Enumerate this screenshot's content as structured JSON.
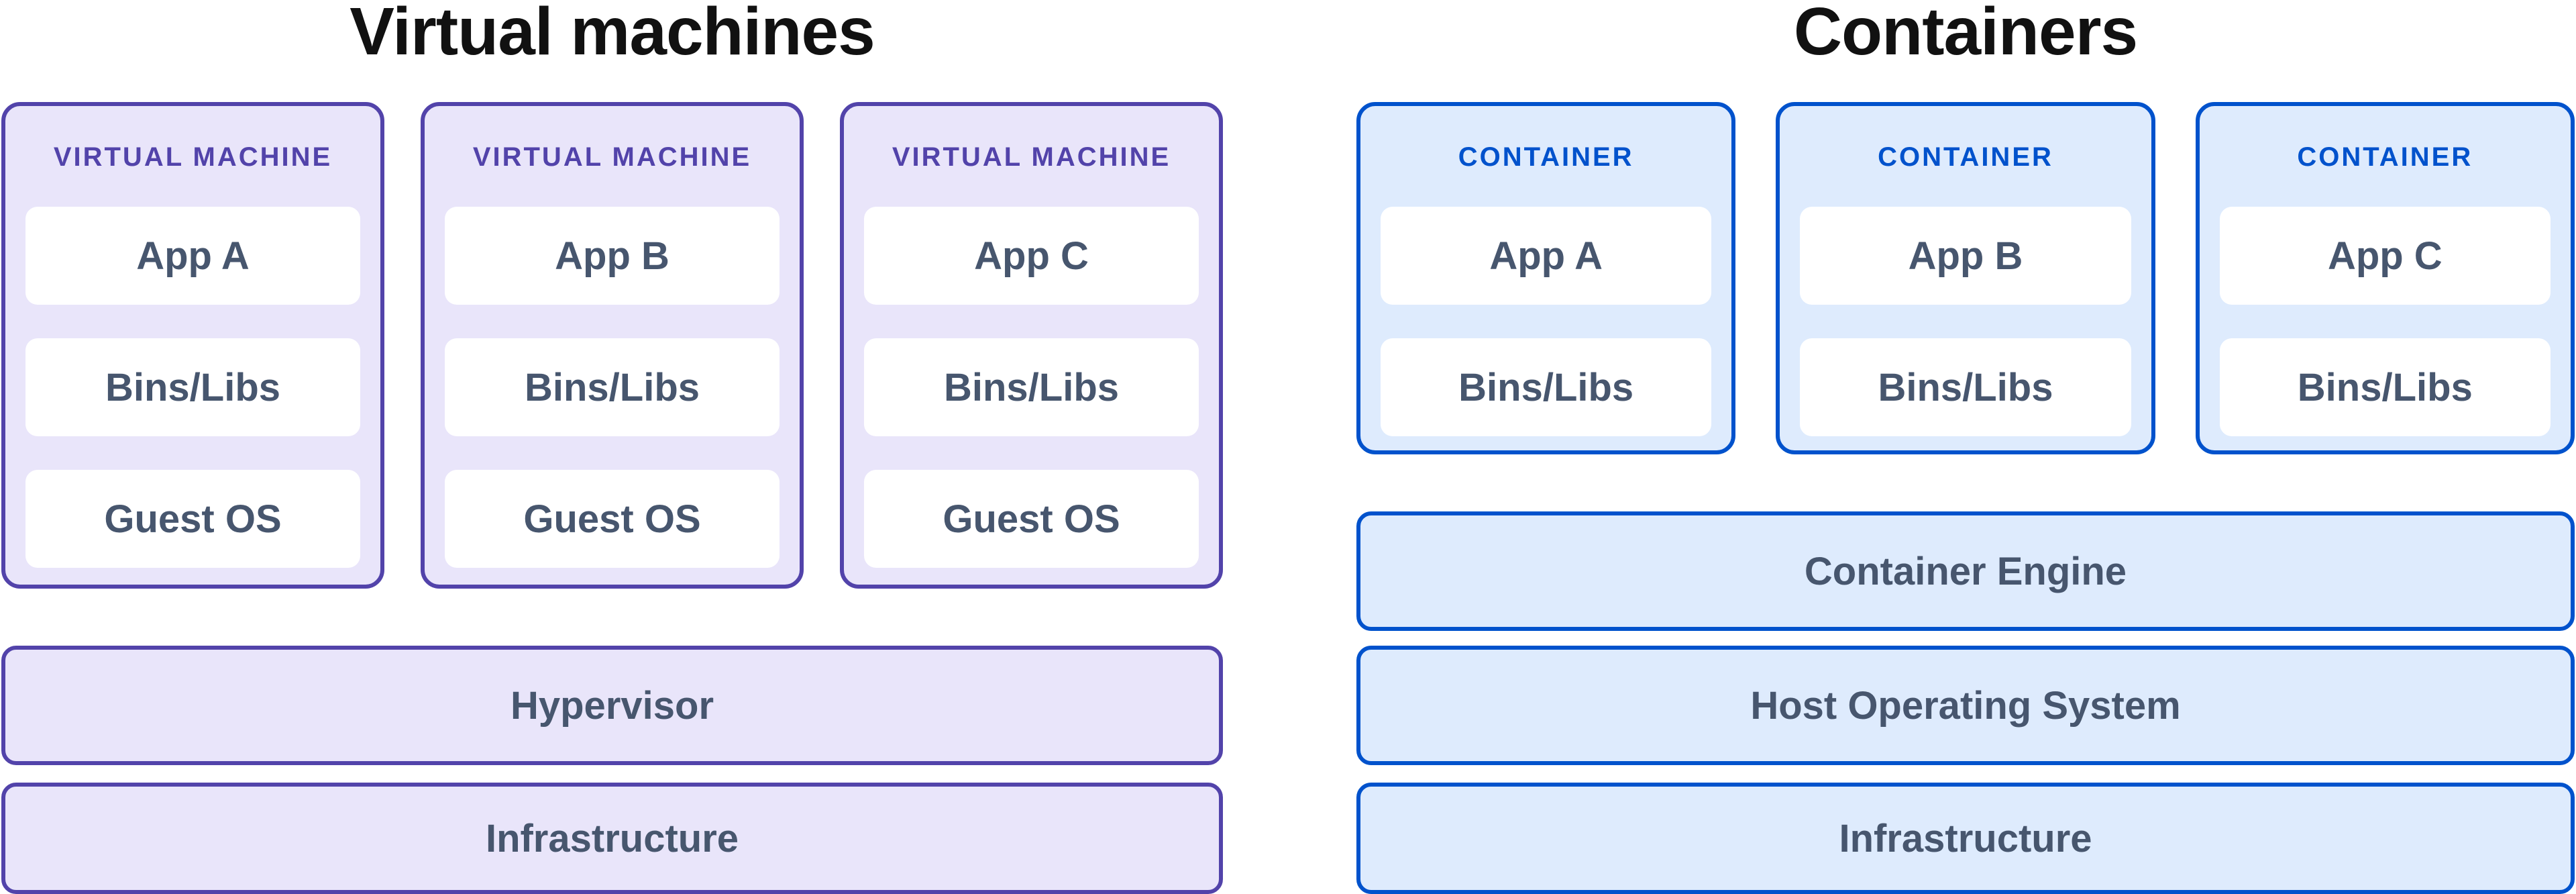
{
  "left": {
    "title": "Virtual machines",
    "cards": [
      {
        "header": "VIRTUAL MACHINE",
        "boxes": [
          "App A",
          "Bins/Libs",
          "Guest OS"
        ]
      },
      {
        "header": "VIRTUAL MACHINE",
        "boxes": [
          "App B",
          "Bins/Libs",
          "Guest OS"
        ]
      },
      {
        "header": "VIRTUAL MACHINE",
        "boxes": [
          "App C",
          "Bins/Libs",
          "Guest OS"
        ]
      }
    ],
    "bars": [
      "Hypervisor",
      "Infrastructure"
    ]
  },
  "right": {
    "title": "Containers",
    "cards": [
      {
        "header": "CONTAINER",
        "boxes": [
          "App A",
          "Bins/Libs"
        ]
      },
      {
        "header": "CONTAINER",
        "boxes": [
          "App B",
          "Bins/Libs"
        ]
      },
      {
        "header": "CONTAINER",
        "boxes": [
          "App C",
          "Bins/Libs"
        ]
      }
    ],
    "bars": [
      "Container Engine",
      "Host Operating System",
      "Infrastructure"
    ]
  },
  "colors": {
    "vm_border": "#5243aa",
    "vm_fill": "#e9e5fa",
    "vm_header": "#5243aa",
    "ct_border": "#0052cc",
    "ct_fill": "#deebfd",
    "ct_header": "#0052cc",
    "label": "#47566e",
    "title": "#111111",
    "box_bg": "#ffffff"
  }
}
